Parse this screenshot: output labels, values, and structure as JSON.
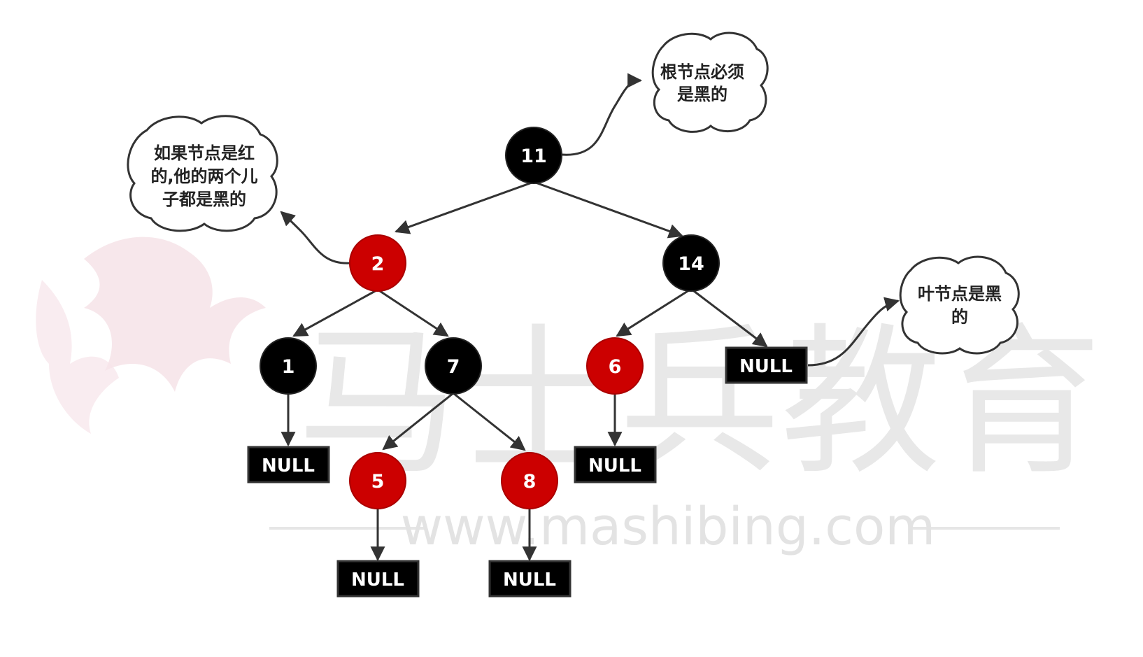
{
  "colors": {
    "black_node": "#000000",
    "red_node": "#cc0000",
    "null_border": "#333333",
    "edge": "#333333",
    "cloud_fill": "#ffffff",
    "cloud_stroke": "#333333",
    "watermark": "#e6e6e6",
    "watermark_logo": "#f2d9df"
  },
  "nodes": {
    "n11": {
      "label": "11",
      "color": "black"
    },
    "n2": {
      "label": "2",
      "color": "red"
    },
    "n14": {
      "label": "14",
      "color": "black"
    },
    "n1": {
      "label": "1",
      "color": "black"
    },
    "n7": {
      "label": "7",
      "color": "black"
    },
    "n6": {
      "label": "6",
      "color": "red"
    },
    "n5": {
      "label": "5",
      "color": "red"
    },
    "n8": {
      "label": "8",
      "color": "red"
    }
  },
  "null_label": "NULL",
  "notes": {
    "root_note": [
      "根节点必须",
      "是黑的"
    ],
    "red_note": [
      "如果节点是红",
      "的,他的两个儿",
      "子都是黑的"
    ],
    "leaf_note": [
      "叶节点是黑",
      "的"
    ]
  },
  "watermark": {
    "brand": "马士兵教育",
    "url": "www.mashibing.com"
  }
}
